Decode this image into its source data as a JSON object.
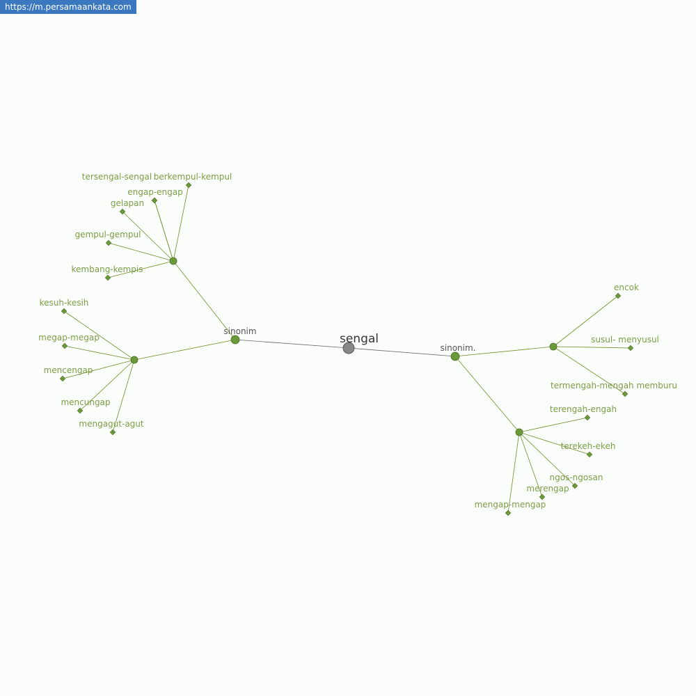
{
  "source_url": "https://m.persamaankata.com",
  "colors": {
    "background": "#fbfdfb",
    "badge": "#3b78bf",
    "edge": "#6b8e23",
    "root_edge": "#666666",
    "node_fill": "#6b9a3a",
    "root_fill": "#888888",
    "leaf_label": "#7a9e45",
    "group_label": "#555555"
  },
  "root": {
    "label": "sengal"
  },
  "groups": [
    {
      "label": "sinonim",
      "clusters": [
        {
          "leaves": [
            "tersengal-sengal",
            "berkempul-kempul",
            "engap-engap",
            "gelapan",
            "gempul-gempul",
            "kembang-kempis"
          ]
        },
        {
          "leaves": [
            "kesuh-kesih",
            "megap-megap",
            "mencengap",
            "mencungap",
            "mengagut-agut"
          ]
        }
      ]
    },
    {
      "label": "sinonim.",
      "clusters": [
        {
          "leaves": [
            "encok",
            "susul- menyusul",
            "termengah-mengah memburu"
          ]
        },
        {
          "leaves": [
            "terengah-engah",
            "terekeh-ekeh",
            "ngos-ngosan",
            "merengap",
            "mengap-mengap"
          ]
        }
      ]
    }
  ]
}
